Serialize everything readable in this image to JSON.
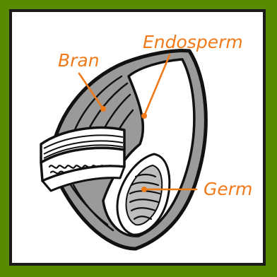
{
  "diagram": {
    "labels": {
      "bran": "Bran",
      "endosperm": "Endosperm",
      "germ": "Germ"
    },
    "colors": {
      "frame": "#5a8a00",
      "label": "#f07a1a",
      "outline": "#111111",
      "bran_fill": "#9a9a9a",
      "endosperm_fill": "#ffffff"
    }
  }
}
